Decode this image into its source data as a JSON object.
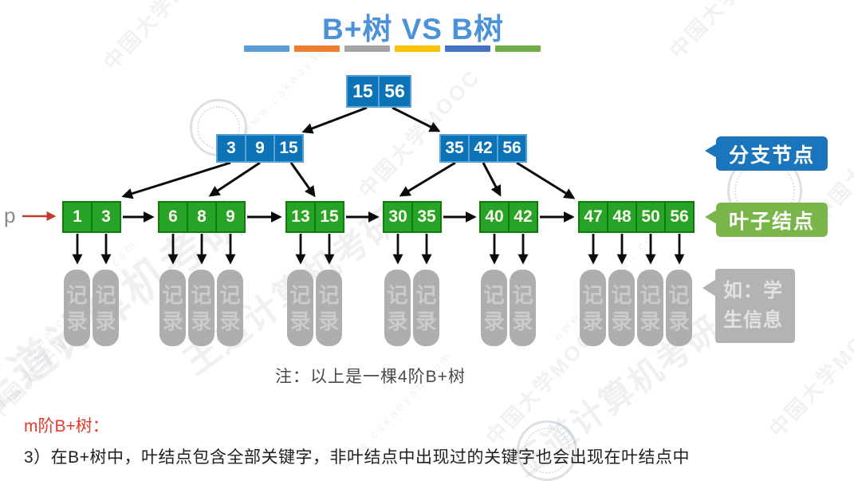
{
  "title": "B+树 VS B树",
  "decoration": {
    "bar_colors": [
      "#5B9BD5",
      "#ED7D31",
      "#A5A5A5",
      "#FFC000",
      "#4472C4",
      "#70AD47"
    ]
  },
  "tree": {
    "pointer_label": "p",
    "root": {
      "keys": [
        "15",
        "56"
      ]
    },
    "internal": [
      {
        "keys": [
          "3",
          "9",
          "15"
        ]
      },
      {
        "keys": [
          "35",
          "42",
          "56"
        ]
      }
    ],
    "leaves": [
      {
        "keys": [
          "1",
          "3"
        ]
      },
      {
        "keys": [
          "6",
          "8",
          "9"
        ]
      },
      {
        "keys": [
          "13",
          "15"
        ]
      },
      {
        "keys": [
          "30",
          "35"
        ]
      },
      {
        "keys": [
          "40",
          "42"
        ]
      },
      {
        "keys": [
          "47",
          "48",
          "50",
          "56"
        ]
      }
    ]
  },
  "record": {
    "label": "记录"
  },
  "callouts": {
    "branch": "分支节点",
    "leaf": "叶子结点",
    "example": "如：学生信息"
  },
  "note": "注：以上是一棵4阶B+树",
  "footer": {
    "heading": "m阶B+树：",
    "line": "3）在B+树中，叶结点包含全部关键字，非叶结点中出现过的关键字也会出现在叶结点中"
  },
  "colors": {
    "title": "#4B92D8",
    "branch_node_fill": "#0D73B7",
    "branch_node_border": "#58A3D6",
    "leaf_node_fill": "#27A327",
    "leaf_node_border": "#0D7C0D",
    "branch_callout": "#1B75BC",
    "leaf_callout": "#79B548",
    "record_fill": "#AEAEAE",
    "red_text": "#E23B2E",
    "pointer_arrow": "#C23A2C",
    "edge": "#0B0B0B"
  },
  "watermarks": {
    "mooc": "中国大学MOOC",
    "site": "www.cskaoyan.com",
    "brand": "王道计算机考研"
  }
}
